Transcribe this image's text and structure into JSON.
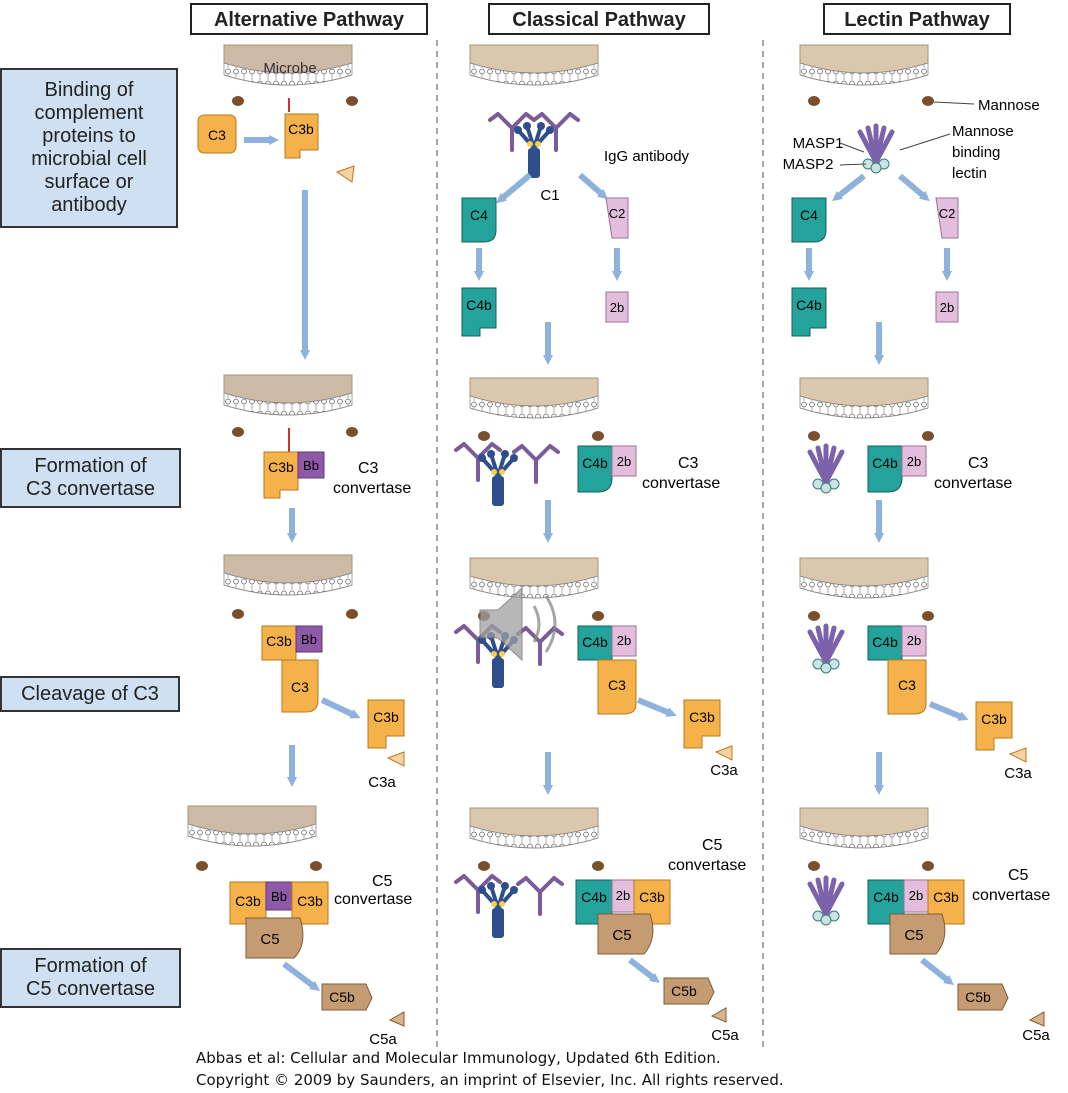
{
  "headers": {
    "alternative": "Alternative Pathway",
    "classical": "Classical Pathway",
    "lectin": "Lectin Pathway"
  },
  "stages": [
    {
      "lines": [
        "Binding of",
        "complement",
        "proteins to",
        "microbial cell",
        "surface or",
        "antibody"
      ]
    },
    {
      "lines": [
        "Formation of",
        "C3 convertase"
      ]
    },
    {
      "lines": [
        "Cleavage of C3"
      ]
    },
    {
      "lines": [
        "Formation of",
        "C5 convertase"
      ]
    }
  ],
  "labels": {
    "microbe": "Microbe",
    "igg": "IgG antibody",
    "c1": "C1",
    "mannose": "Mannose",
    "masp1": "MASP1",
    "masp2": "MASP2",
    "mbl": [
      "Mannose",
      "binding",
      "lectin"
    ],
    "c3_conv": [
      "C3",
      "convertase"
    ],
    "c5_conv": [
      "C5",
      "convertase"
    ],
    "c5_conv_right": [
      "C5",
      "convertase"
    ]
  },
  "proteins": {
    "c3": "C3",
    "c3b": "C3b",
    "c3a": "C3a",
    "bb": "Bb",
    "c4": "C4",
    "c4b": "C4b",
    "c2": "C2",
    "b2": "2b",
    "c5": "C5",
    "c5b": "C5b",
    "c5a": "C5a"
  },
  "credit": {
    "line1": "Abbas et al: Cellular and Molecular Immunology, Updated 6th Edition.",
    "line2": "Copyright © 2009 by Saunders, an imprint of Elsevier, Inc. All rights reserved."
  },
  "colors": {
    "orange": "#f6b24a",
    "purple": "#8e5aa8",
    "teal": "#23a39b",
    "pink": "#e3bedc",
    "tan": "#c59c71",
    "membrane": "#d9c8ad",
    "arrow": "#8eb2dc",
    "stage_box": "#cfe0f2"
  }
}
